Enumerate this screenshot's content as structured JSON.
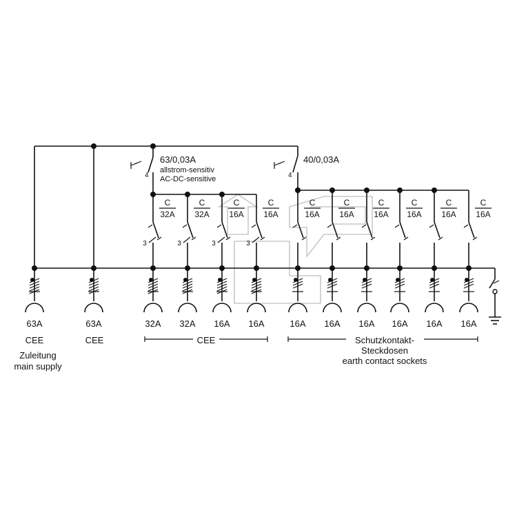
{
  "rcd1": {
    "rating": "63/0,03A",
    "type_de": "allstrom-sensitiv",
    "type_en": "AC-DC-sensitive",
    "poles": "4"
  },
  "rcd2": {
    "rating": "40/0,03A",
    "poles": "4"
  },
  "breakers": [
    {
      "curve": "C",
      "rating": "32A",
      "poles": "3"
    },
    {
      "curve": "C",
      "rating": "32A",
      "poles": "3"
    },
    {
      "curve": "C",
      "rating": "16A",
      "poles": "3"
    },
    {
      "curve": "C",
      "rating": "16A",
      "poles": "3"
    },
    {
      "curve": "C",
      "rating": "16A",
      "poles": ""
    },
    {
      "curve": "C",
      "rating": "16A",
      "poles": ""
    },
    {
      "curve": "C",
      "rating": "16A",
      "poles": ""
    },
    {
      "curve": "C",
      "rating": "16A",
      "poles": ""
    },
    {
      "curve": "C",
      "rating": "16A",
      "poles": ""
    },
    {
      "curve": "C",
      "rating": "16A",
      "poles": ""
    }
  ],
  "sockets": [
    "63A",
    "63A",
    "32A",
    "32A",
    "16A",
    "16A",
    "16A",
    "16A",
    "16A",
    "16A",
    "16A",
    "16A"
  ],
  "cee_labels": [
    "CEE",
    "CEE"
  ],
  "supply_label": {
    "de": "Zuleitung",
    "en": "main supply"
  },
  "group_cee": {
    "label": "CEE"
  },
  "group_schuko": {
    "line1": "Schutzkontakt-",
    "line2": "Steckdosen",
    "line3": "earth contact sockets"
  }
}
